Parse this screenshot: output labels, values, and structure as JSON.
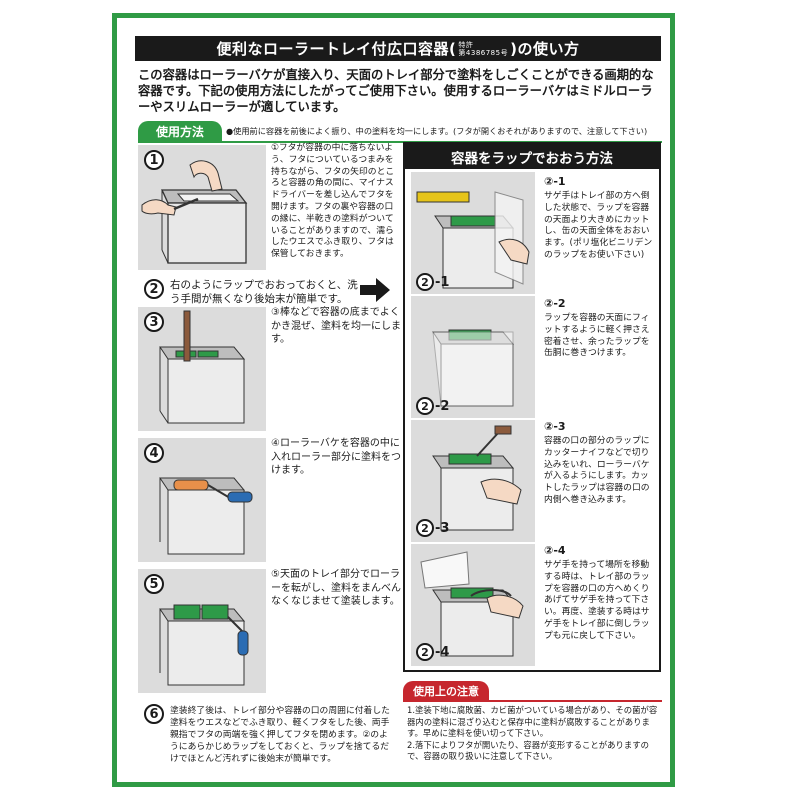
{
  "title": {
    "before": "便利なローラートレイ付広口容器",
    "patent_line1": "特許",
    "patent_line2": "第4386785号",
    "after": "の使い方"
  },
  "intro": "この容器はローラーバケが直接入り、天面のトレイ部分で塗料をしごくことができる画期的な容器です。下記の使用方法にしたがってご使用下さい。使用するローラーバケはミドルローラーやスリムローラーが適しています。",
  "usage": {
    "tab_label": "使用方法",
    "note": "●使用前に容器を前後によく振り、中の塗料を均一にします。(フタが開くおそれがありますので、注意して下さい)"
  },
  "steps": [
    {
      "num": "1",
      "text": "①フタが容器の中に落ちないよう、フタについているつまみを持ちながら、フタの矢印のところと容器の角の間に、マイナスドライバーを差し込んでフタを開けます。フタの裏や容器の口の縁に、半乾きの塗料がついていることがありますので、濡らしたウエスでふき取り、フタは保管しておきます。"
    },
    {
      "num": "2",
      "text": "右のようにラップでおおっておくと、洗う手間が無くなり後始末が簡単です。"
    },
    {
      "num": "3",
      "text": "③棒などで容器の底までよくかき混ぜ、塗料を均一にします。"
    },
    {
      "num": "4",
      "text": "④ローラーバケを容器の中に入れローラー部分に塗料をつけます。"
    },
    {
      "num": "5",
      "text": "⑤天面のトレイ部分でローラーを転がし、塗料をまんべんなくなじませて塗装します。"
    },
    {
      "num": "6",
      "text": "塗装終了後は、トレイ部分や容器の口の周囲に付着した塗料をウエスなどでふき取り、軽くフタをした後、両手親指でフタの両端を強く押してフタを閉めます。②のようにあらかじめラップをしておくと、ラップを捨てるだけでほとんど汚れずに後始末が簡単です。"
    }
  ],
  "wrap": {
    "header": "容器をラップでおおう方法",
    "substeps": [
      {
        "label": "-1",
        "head": "②-1",
        "text": "サゲ手はトレイ部の方へ倒した状態で、ラップを容器の天面より大きめにカットし、缶の天面全体をおおいます。(ポリ塩化ビニリデンのラップをお使い下さい)"
      },
      {
        "label": "-2",
        "head": "②-2",
        "text": "ラップを容器の天面にフィットするように軽く押さえ密着させ、余ったラップを缶胴に巻きつけます。"
      },
      {
        "label": "-3",
        "head": "②-3",
        "text": "容器の口の部分のラップにカッターナイフなどで切り込みをいれ、ローラーバケが入るようにします。カットしたラップは容器の口の内側へ巻き込みます。"
      },
      {
        "label": "-4",
        "head": "②-4",
        "text": "サゲ手を持って場所を移動する時は、トレイ部のラップを容器の口の方へめくりあげてサゲ手を持って下さい。再度、塗装する時はサゲ手をトレイ部に倒しラップも元に戻して下さい。"
      }
    ]
  },
  "caution": {
    "tab_label": "使用上の注意",
    "items": [
      "1.塗装下地に腐敗菌、カビ菌がついている場合があり、その菌が容器内の塗料に混ざり込むと保存中に塗料が腐敗することがあります。早めに塗料を使い切って下さい。",
      "2.落下によりフタが開いたり、容器が変形することがありますので、容器の取り扱いに注意して下さい。"
    ]
  },
  "colors": {
    "frame_green": "#2f9b45",
    "caution_red": "#c6272e",
    "tray_green": "#2e9a48",
    "roller_orange": "#e8904a",
    "handle_blue": "#2b6cb3"
  }
}
